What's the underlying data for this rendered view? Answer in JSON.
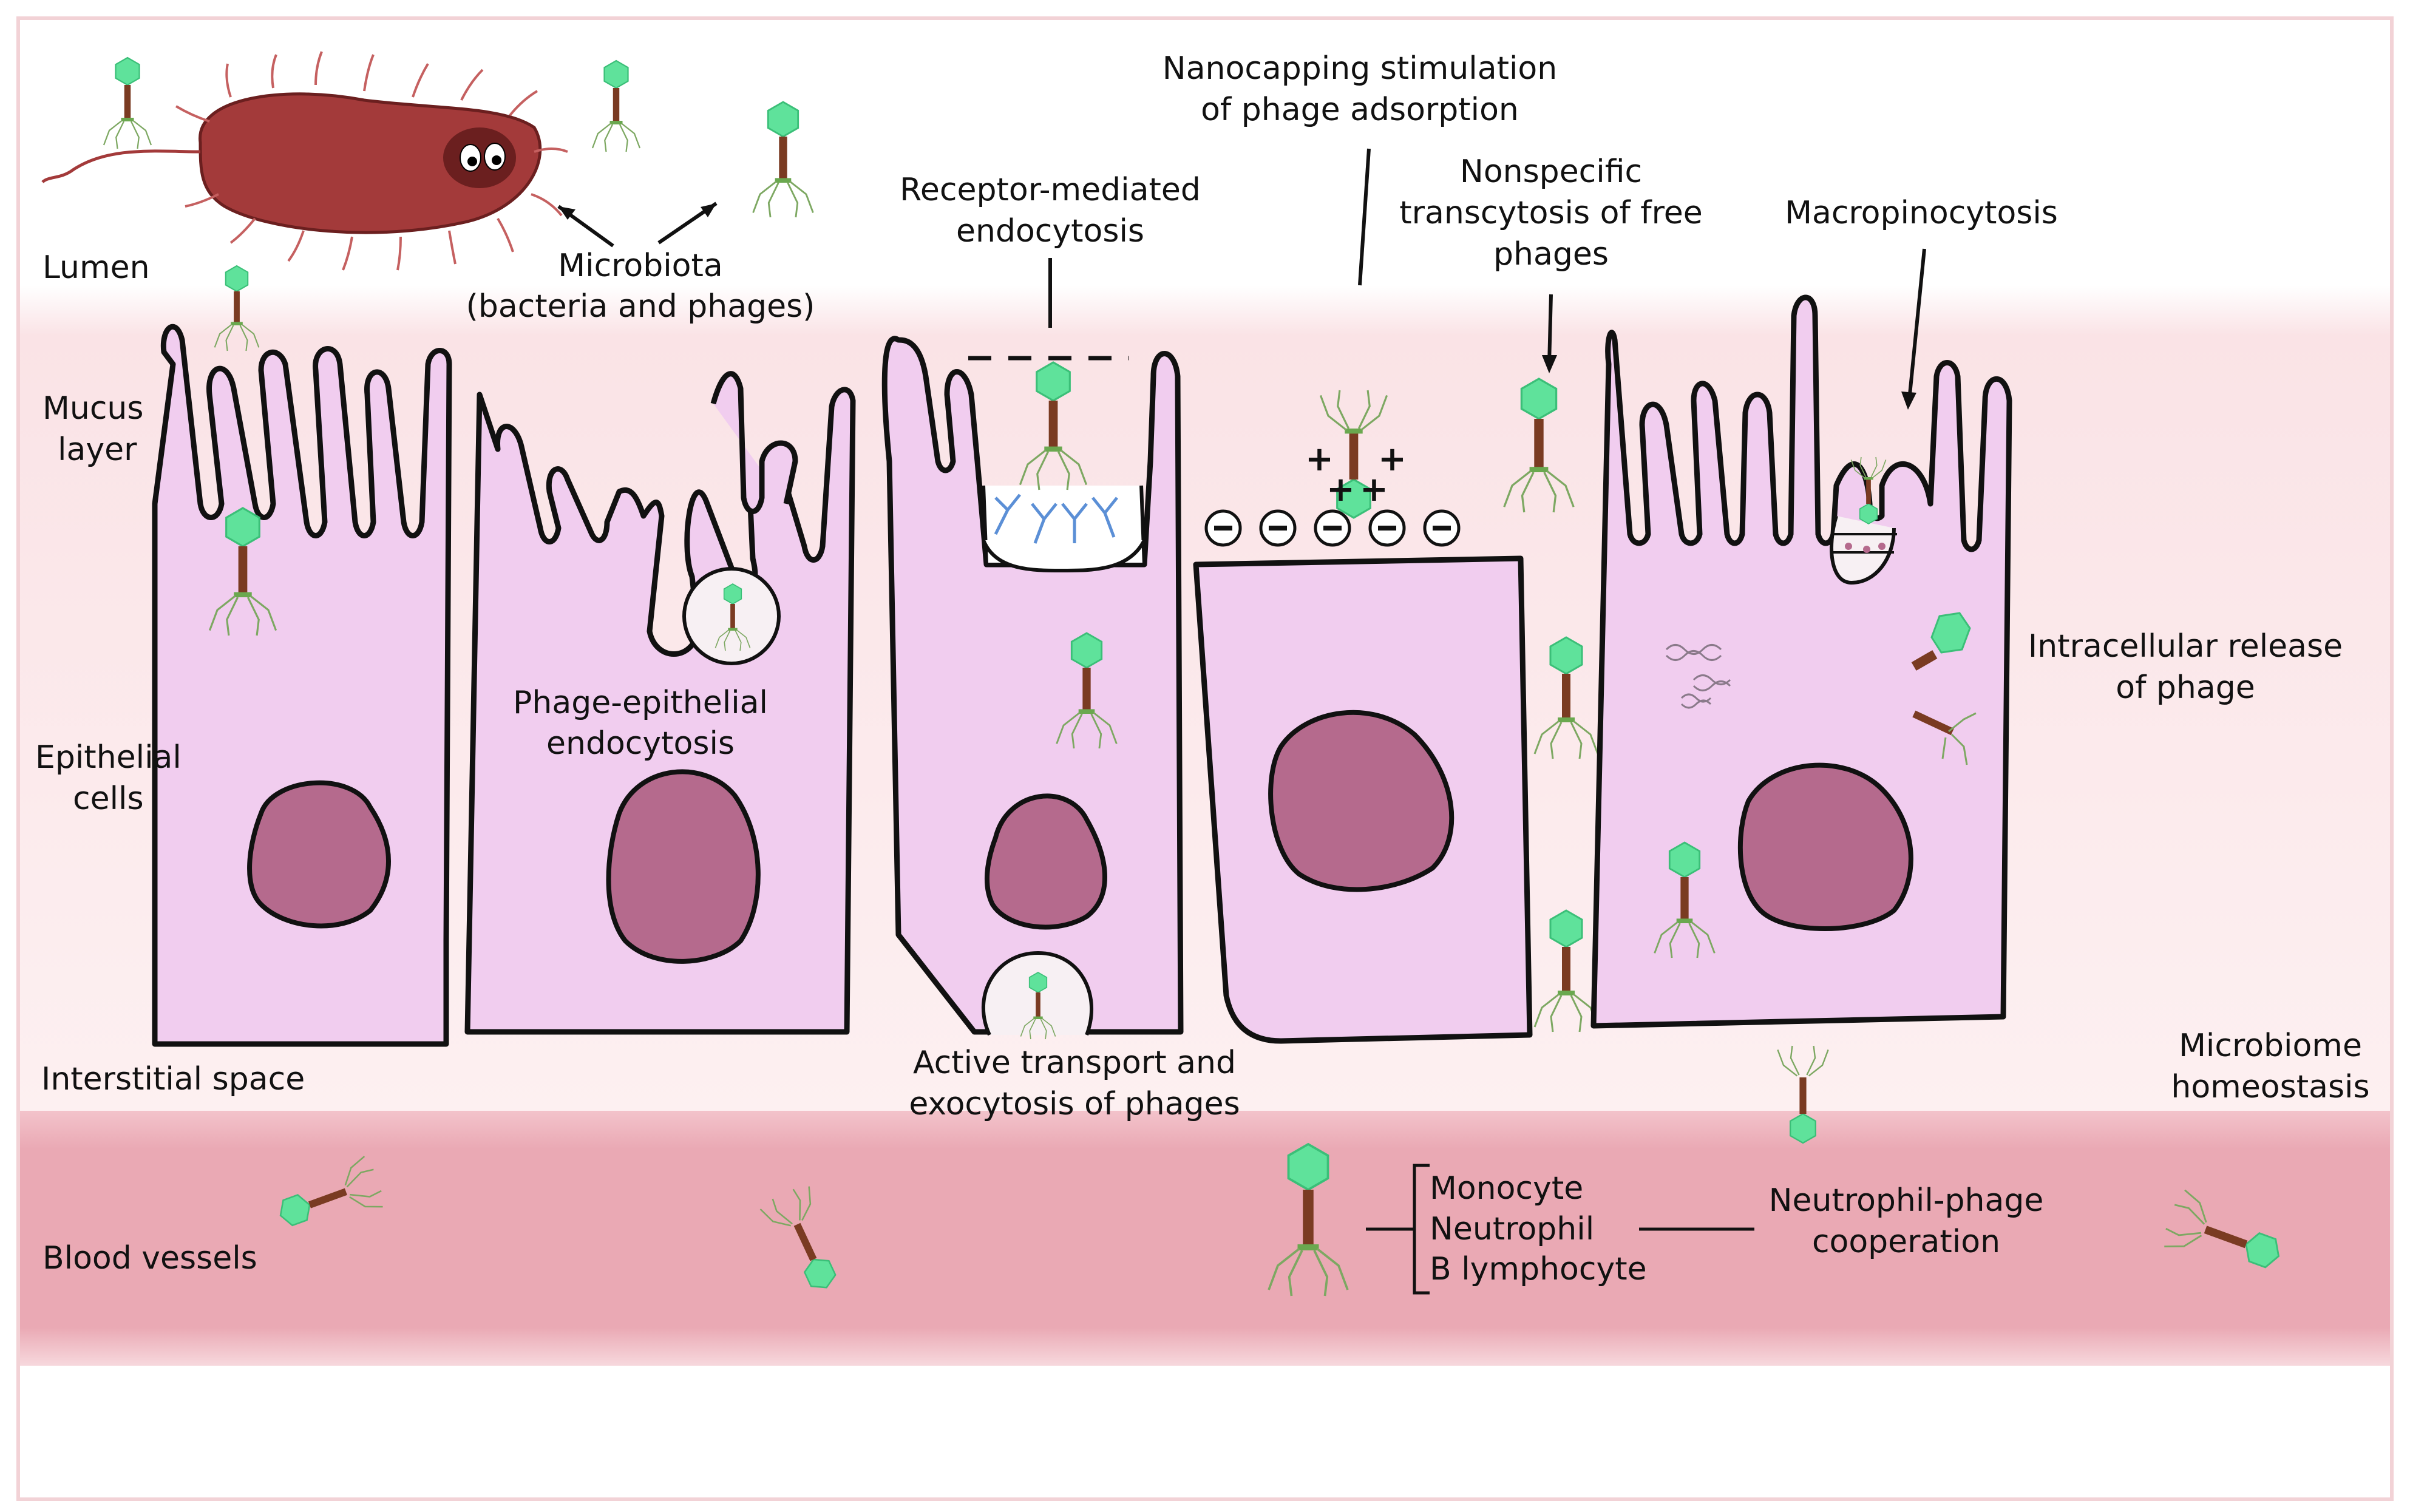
{
  "labels": {
    "lumen": "Lumen",
    "mucus_line1": "Mucus",
    "mucus_line2": "layer",
    "epithelial_line1": "Epithelial",
    "epithelial_line2": "cells",
    "interstitial": "Interstitial space",
    "blood_vessels": "Blood vessels",
    "microbiota_line1": "Microbiota",
    "microbiota_line2": "(bacteria and phages)",
    "phage_epithelial_line1": "Phage-epithelial",
    "phage_epithelial_line2": "endocytosis",
    "receptor_line1": "Receptor-mediated",
    "receptor_line2": "endocytosis",
    "nanocapping_line1": "Nanocapping stimulation",
    "nanocapping_line2": "of phage adsorption",
    "nonspecific_line1": "Nonspecific",
    "nonspecific_line2": "transcytosis of free",
    "nonspecific_line3": "phages",
    "macropinocytosis": "Macropinocytosis",
    "intracellular_line1": "Intracellular release",
    "intracellular_line2": "of phage",
    "active_line1": "Active transport and",
    "active_line2": "exocytosis of phages",
    "microbiome_line1": "Microbiome",
    "microbiome_line2": "homeostasis",
    "monocyte": "Monocyte",
    "neutrophil": "Neutrophil",
    "b_lymphocyte": "B lymphocyte",
    "neutrophil_phage_line1": "Neutrophil-phage",
    "neutrophil_phage_line2": "cooperation",
    "plus": "+",
    "minus": "−"
  },
  "colors": {
    "background": "#ffffff",
    "mucus_band": "#fbe6e9",
    "blood_band": "#eaa9b4",
    "cell_fill": "#f1cdef",
    "nucleus_fill": "#b56a8d",
    "bacterium_fill": "#a33a3a",
    "phage_head": "#5fe29b",
    "phage_tail": "#7a3b22",
    "phage_legs": "#6aa84f",
    "receptor": "#5b8fd6"
  },
  "icons": [
    "bacterium-icon",
    "phage-icon",
    "antibody-receptor-icon",
    "dna-fragment-icon"
  ]
}
